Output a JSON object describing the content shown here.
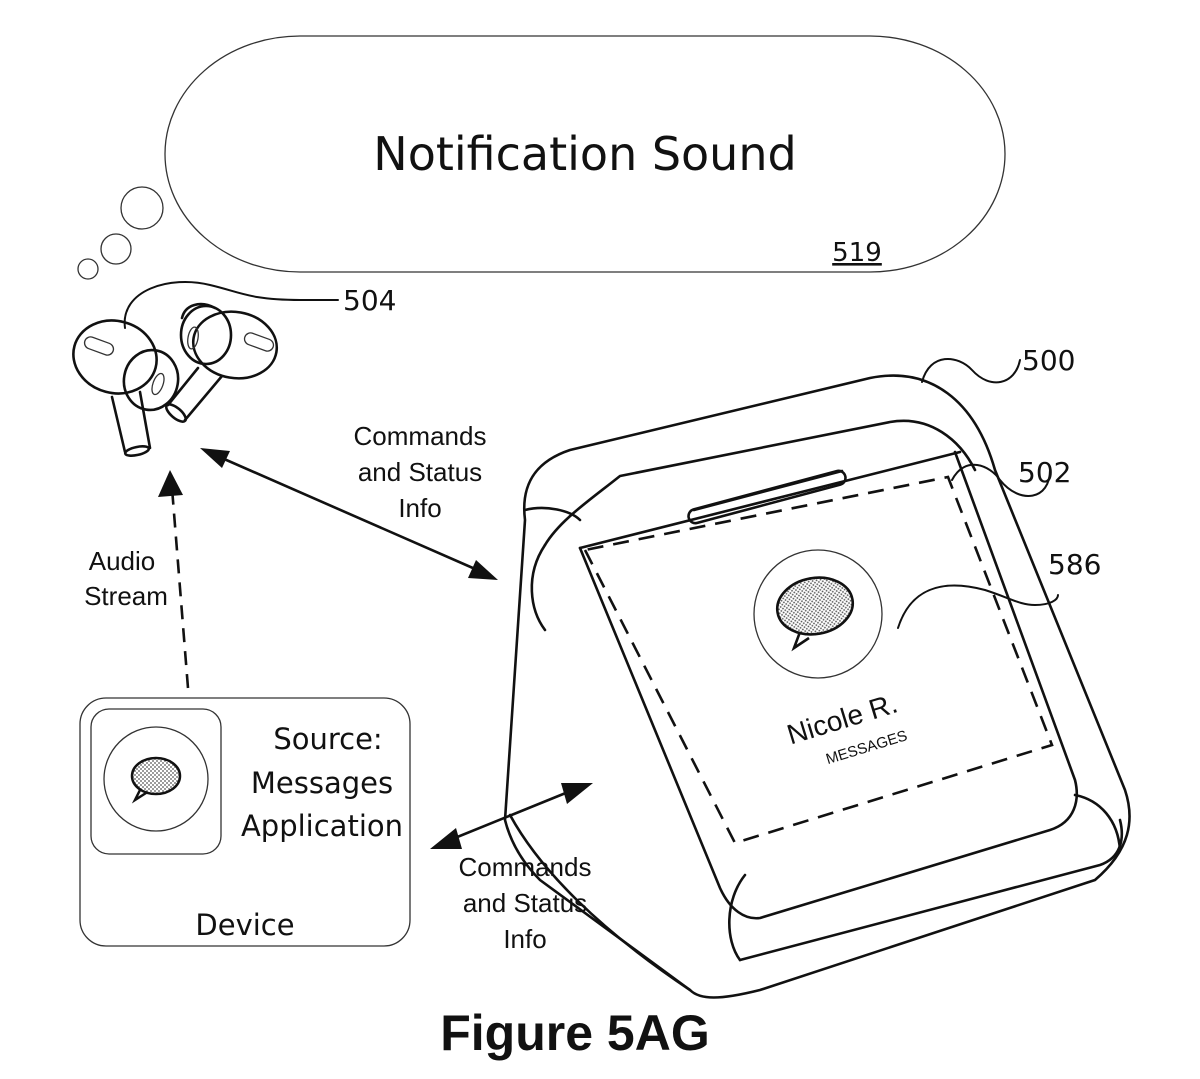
{
  "notification_bubble": {
    "title": "Notification Sound",
    "ref": "519"
  },
  "earbuds": {
    "ref": "504"
  },
  "case": {
    "ref": "500",
    "display_ref": "502",
    "notification_ref": "586",
    "notification": {
      "sender": "Nicole R.",
      "app": "MESSAGES",
      "icon": "speech-bubble-icon"
    }
  },
  "arrows": {
    "top": {
      "lines": [
        "Commands",
        "and Status",
        "Info"
      ]
    },
    "bottom": {
      "lines": [
        "Commands",
        "and Status",
        "Info"
      ]
    },
    "audio": {
      "lines": [
        "Audio",
        "Stream"
      ]
    }
  },
  "device": {
    "source_lines": [
      "Source:",
      "Messages",
      "Application"
    ],
    "label": "Device",
    "icon": "speech-bubble-icon"
  },
  "caption": "Figure 5AG"
}
